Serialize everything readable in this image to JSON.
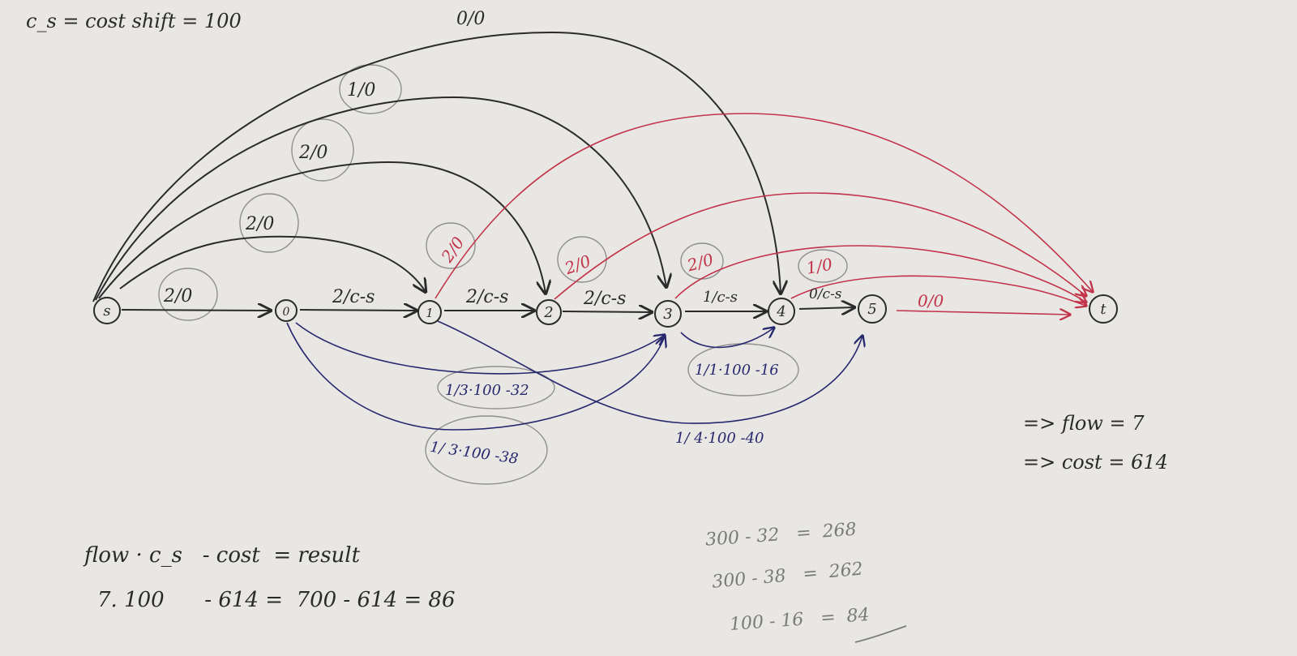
{
  "header": {
    "text": "c_s = cost shift = 100"
  },
  "nodes": {
    "s": "s",
    "n0": "0",
    "n1": "1",
    "n2": "2",
    "n3": "3",
    "n4": "4",
    "n5": "5",
    "t": "t"
  },
  "edges": {
    "s_t_top": "0/0",
    "s_3": "1/0",
    "s_2": "2/0",
    "s_1": "2/0",
    "s_0": "2/0",
    "n0_1": "2/c-s",
    "n1_2": "2/c-s",
    "n2_3": "2/c-s",
    "n3_4": "1/c-s",
    "n4_5": "0/c-s",
    "n5_t": "0/0",
    "n1_t": "2/0",
    "n2_t": "2/0",
    "n3_t": "2/0",
    "n4_t": "1/0",
    "n0_3_a": "1/3·100 -32",
    "n0_3_b": "1/ 3·100 -38",
    "n3_4_low": "1/1·100 -16",
    "n1_5": "1/ 4·100 -40"
  },
  "results": {
    "flow": "=> flow = 7",
    "cost": "=> cost = 614"
  },
  "formula": {
    "line1": "flow · c_s   - cost  = result",
    "line2": "7. 100      - 614 =  700 - 614 = 86"
  },
  "calc": {
    "line1": "300 - 32   =  268",
    "line2": "300 - 38   =  262",
    "line3": "100 - 16   =  84"
  },
  "colors": {
    "ink": "#2a2a2a",
    "red": "#c2334a",
    "blue": "#26286e",
    "pencil": "#8f8f8f",
    "paper": "#e9e7e4"
  }
}
